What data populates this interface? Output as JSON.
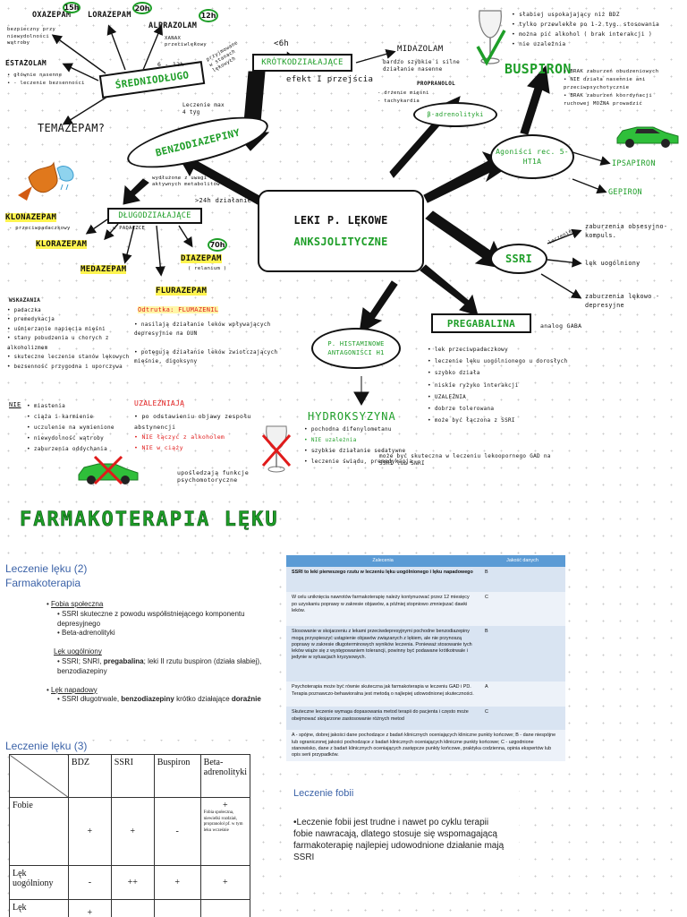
{
  "mindmap": {
    "center_line1": "LEKI P. LĘKOWE",
    "center_line2": "ANKSJOLITYCZNE",
    "benzo": "BENZODIAZEPINY",
    "srednio": "ŚREDNIODŁUGO",
    "krotko": "KRÓTKODZIAŁAJĄCE",
    "dlugo": "DŁUGODZIAŁAJĄCE",
    "oxazepam": "OXAZEPAM",
    "lorazepam": "LORAZEPAM",
    "alprazolam": "ALPRAZOLAM",
    "c15h": "15h",
    "c20h": "20h",
    "c12h": "12h",
    "bezpieczny": "bezpieczny przy niewydolności wątroby",
    "estazolam": "ESTAZOLAM",
    "estazolam_notes": [
      "głównie nasenne",
      "- leczenie bezsenności"
    ],
    "temazepam": "TEMAZEPAM?",
    "xanax": "XANAX przeciwlękowy",
    "range_6_12": "6 - 12h",
    "przyjmowane": "przyjmowane w stanach lękowych",
    "lecznie_4tyg": "Leczenie max 4 tyg",
    "lt6h": "<6h",
    "efekt": "efekt I przejścia",
    "midazolam": "MIDAZOLAM",
    "midazolam_note": "bardzo szybkie i silne działanie nasenne",
    "propranolol": "PROPRANOLOL",
    "propr_notes": [
      "- drżenie mięśni",
      "- tachykardia"
    ],
    "beta": "β-adrenolityki",
    "wino_notes": [
      "słabiej uspokajający niż BDZ",
      "tylko przewlekłe po 1-2 tyg. stosowania",
      "można pić alkohol ( brak interakcji )",
      "nie uzależnia"
    ],
    "buspiron": "BUSPIRON",
    "buspiron_notes": [
      "BRAK zaburzeń obudzeniowych",
      "NIE działa nasennie ani przeciwpsychotycznie",
      "BRAK zaburzeń koordynacji ruchowej MOŻNA prowadzić"
    ],
    "agonisci": "Agoniści rec. 5-HT1A",
    "ipsapiron": "IPSAPIRON",
    "gepiron": "GEPIRON",
    "ssri": "SSRI",
    "ssri_leczenie": "leczenie",
    "ssri_items": [
      "zaburzenia obsesyjno-kompuls.",
      "lęk uogólniony",
      "zaburzenia lękowo - depresyjne"
    ],
    "pregabalina": "PREGABALINA",
    "pregabalina_note": "analog GABA",
    "pregabalina_items": [
      "lek przeciwpadaczkowy",
      "leczenie lęku uogólnionego u dorosłych",
      "szybko działa",
      "niskie ryzyko interakcji",
      "UZALEŻNIA",
      "dobrze tolerowana",
      "może być łączona z SSRI",
      "może być skuteczna w leczeniu lekoopornego GAD na SSRI lub SNRI"
    ],
    "hist": "P. HISTAMINOWE ANTAGONIŚCI H1",
    "hydroksyzyna": "HYDROKSYZYNA",
    "hydro_items": [
      "pochodna difenylometanu",
      "NIE uzależnia",
      "szybkie działanie sedatywne",
      "leczenie świądu, premedykacja"
    ],
    "wydluzone": "wydłużone z uwagi na aktywnych metabolitów",
    "gt24h": ">24h działanie",
    "w_padaczce": "w PADACZCE",
    "klonazepam": "KLONAZEPAM",
    "klonazepam_note": "- przeciwpadaczkowy",
    "klorazepam": "KLORAZEPAM",
    "medazepam": "MEDAZEPAM",
    "diazepam": "DIAZEPAM",
    "diazepam_note": "( relanium )",
    "c70h": "70h",
    "flurazepam": "FLURAZEPAM",
    "wskazania_title": "WSKAZANIA",
    "wskazania": [
      "padaczka",
      "premedykacja",
      "uśmierzanie napięcia mięśni",
      "stany pobudzenia u chorych z alkoholizmem",
      "skuteczne leczenie stanów lękowych",
      "bezsenność przygodna i uporczywa"
    ],
    "odtrutka": "Odtrutka: FLUMAZENIL",
    "interakcje": [
      "nasilają działanie leków wpływających depresyjnie na OUN",
      "potęgują działanie leków zwiotczających mięśnie, digoksyny"
    ],
    "nie_label": "NIE",
    "nie_items": [
      "miastenia",
      "ciąża i karmienie",
      "uczulenie na wymienione",
      "niewydolność wątroby",
      "zaburzenia oddychania"
    ],
    "uzaleznia": "UZALEŻNIAJĄ",
    "uzaleznia_items": [
      "po odstawieniu objawy zespołu abstynencji",
      "NIE łączyć z alkoholem",
      "NIE w ciąży",
      "upośledzają funkcje psychomotoryczne"
    ]
  },
  "section_title": "FARMAKOTERAPIA LĘKU",
  "slide1": {
    "title1": "Leczenie lęku (2)",
    "title2": "Farmakoterapia",
    "fobia": "Fobia społeczna",
    "fobia_items": [
      "SSRI skuteczne z powodu współistniejącego komponentu depresyjnego",
      "Beta-adrenolityki"
    ],
    "lu": "Lęk uogólniony",
    "lu_text_a": "SSRI; SNRI, ",
    "lu_text_bold": "pregabalina",
    "lu_text_b": "; leki II rzutu buspiron (działa słabiej), benzodiazepiny",
    "ln": "Lęk napadowy",
    "ln_text_a": "SSRI długotrwale, ",
    "ln_text_bold": "benzodiazepiny",
    "ln_text_b": " krótko działające ",
    "ln_text_bold2": "doraźnie"
  },
  "zalecenia": {
    "head": [
      "Zalecenia",
      "Jakość danych"
    ],
    "rows": [
      {
        "text": "SSRI to leki pierwszego rzutu w leczeniu lęku uogólnionego i lęku napadowego",
        "grade": "B"
      },
      {
        "text": "W celu uniknięcia nawrotów farmakoterapię należy kontynuować przez 12 miesięcy po uzyskaniu poprawy w zakresie objawów, a później stopniowo zmniejszać dawki leków.",
        "grade": "C"
      },
      {
        "text": "Stosowanie w skojarzeniu z lekami przeciwdepresyjnymi pochodne benzodiazepiny mogą przyspieszyć ustąpienie objawów związanych z lękiem, ale nie przynoszą poprawy w zakresie długoterminowych wyników leczenia. Ponieważ stosowanie tych leków wiąże się z występowaniem tolerancji, powinny być podawane krótkotrwale i jedynie w sytuacjach kryzysowych.",
        "grade": "B"
      },
      {
        "text": "Psychoterapia może być równie skuteczna jak farmakoterapia w leczeniu GAD i PD. Terapia poznawczo-behawioralna jest metodą o najlepiej udowodnionej skuteczności.",
        "grade": "A"
      },
      {
        "text": "Skuteczne leczenie wymaga dopasowania metod terapii do pacjenta i często może obejmować skojarzone zastosowanie różnych metod",
        "grade": "C"
      }
    ],
    "footnote": "A - spójne, dobrej jakości dane pochodzące z badań klinicznych oceniających kliniczne punkty końcowe; B - dane niespójne lub ograniczonej jakości pochodzące z badań klinicznych oceniających kliniczne punkty końcowe; C - uzgodnione stanowisko, dane z badań klinicznych oceniających zastępcze punkty końcowe, praktyka codzienna, opinia ekspertów lub opis serii przypadków."
  },
  "slide3": {
    "title": "Leczenie lęku (3)",
    "cols": [
      "BDZ",
      "SSRI",
      "Buspiron",
      "Beta-adrenolityki"
    ],
    "rows": [
      {
        "label": "Fobie",
        "cells": [
          "+",
          "+",
          "-",
          "+"
        ],
        "note": "Fobia społeczna, niewielki rozdział, propranolol pf. w tym leku wcześnie"
      },
      {
        "label": "Lęk uogólniony",
        "cells": [
          "-",
          "++",
          "+",
          "+"
        ]
      },
      {
        "label": "Lęk",
        "cells": [
          "+",
          "",
          "",
          ""
        ]
      }
    ]
  },
  "fobii": {
    "title": "Leczenie fobii",
    "text": "Leczenie fobii jest trudne i nawet po cyklu terapii fobie nawracają, dlatego stosuje się wspomagającą farmakoterapię najlepiej udowodnione działanie mają  SSRI"
  }
}
